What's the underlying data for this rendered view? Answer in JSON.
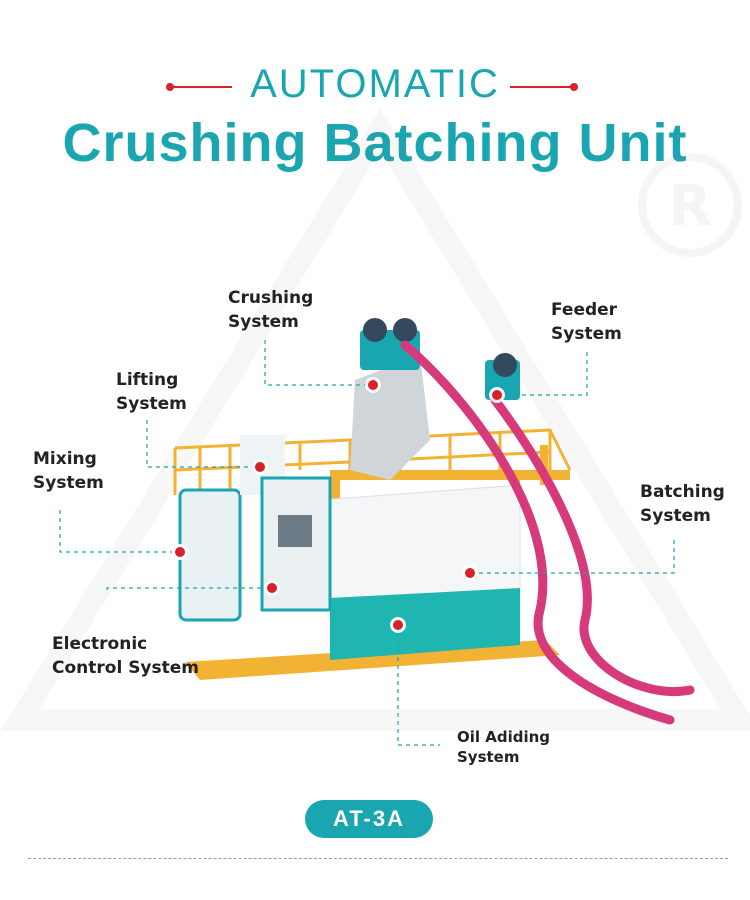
{
  "header": {
    "subtitle": "AUTOMATIC",
    "title": "Crushing Batching Unit"
  },
  "callouts": {
    "crushing": [
      "Crushing",
      "System"
    ],
    "feeder": [
      "Feeder",
      "System"
    ],
    "lifting": [
      "Lifting",
      "System"
    ],
    "mixing": [
      "Mixing",
      "System"
    ],
    "batching": [
      "Batching",
      "System"
    ],
    "electronic": [
      "Electronic",
      "Control System"
    ],
    "oil": [
      "Oil Adiding",
      "System"
    ]
  },
  "model": "AT-3A",
  "colors": {
    "accent": "#1aa6b0",
    "marker": "#d7222a",
    "frame": "#f2b233",
    "tube": "#d63a7a"
  }
}
